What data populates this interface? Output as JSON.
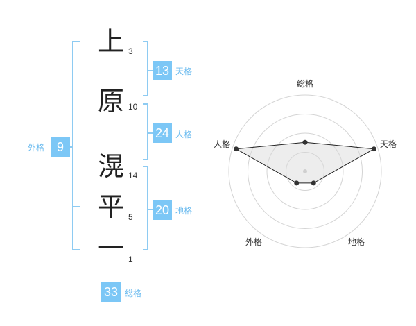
{
  "name": {
    "characters": [
      "上",
      "原",
      "滉",
      "平",
      "一"
    ],
    "strokes": [
      "3",
      "10",
      "14",
      "5",
      "1"
    ]
  },
  "fortune": {
    "tenkaku": {
      "value": "13",
      "label": "天格"
    },
    "jinkaku": {
      "value": "24",
      "label": "人格"
    },
    "chikaku": {
      "value": "20",
      "label": "地格"
    },
    "gaikaku": {
      "value": "9",
      "label": "外格"
    },
    "soukaku": {
      "value": "33",
      "label": "総格"
    }
  },
  "chart_data": {
    "type": "radar",
    "axes": [
      "総格",
      "天格",
      "地格",
      "外格",
      "人格"
    ],
    "values": [
      0.38,
      0.95,
      0.19,
      0.19,
      0.95
    ],
    "range": [
      0,
      1
    ],
    "rings": 4,
    "grid": true
  },
  "colors": {
    "accent": "#7cc7f6",
    "bracket": "#8ecbf2",
    "label": "#6bbbef"
  }
}
